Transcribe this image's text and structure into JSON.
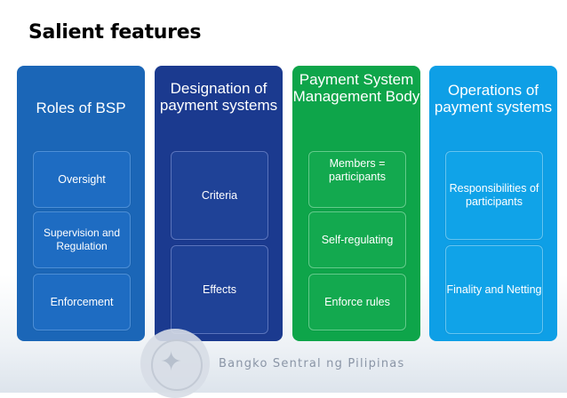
{
  "slide": {
    "title": "Salient features",
    "columns": [
      {
        "heading": "Roles of BSP",
        "cards": [
          "Oversight",
          "Supervision and Regulation",
          "Enforcement"
        ]
      },
      {
        "heading": "Designation of payment systems",
        "cards": [
          "Criteria",
          "Effects"
        ]
      },
      {
        "heading": "Payment System Management Body",
        "cards": [
          "Members = participants",
          "Self-regulating",
          "Enforce rules"
        ]
      },
      {
        "heading": "Operations of payment systems",
        "cards": [
          "Responsibilities of participants",
          "Finality and Netting"
        ]
      }
    ],
    "footer": {
      "bank_name": "Bangko Sentral ng Pilipinas",
      "seal_icon": "bsp-seal-icon"
    },
    "colors": {
      "col1": "#1b66b7",
      "col2": "#1b3a8f",
      "col3": "#0ea54a",
      "col4": "#0e9fe6"
    }
  }
}
